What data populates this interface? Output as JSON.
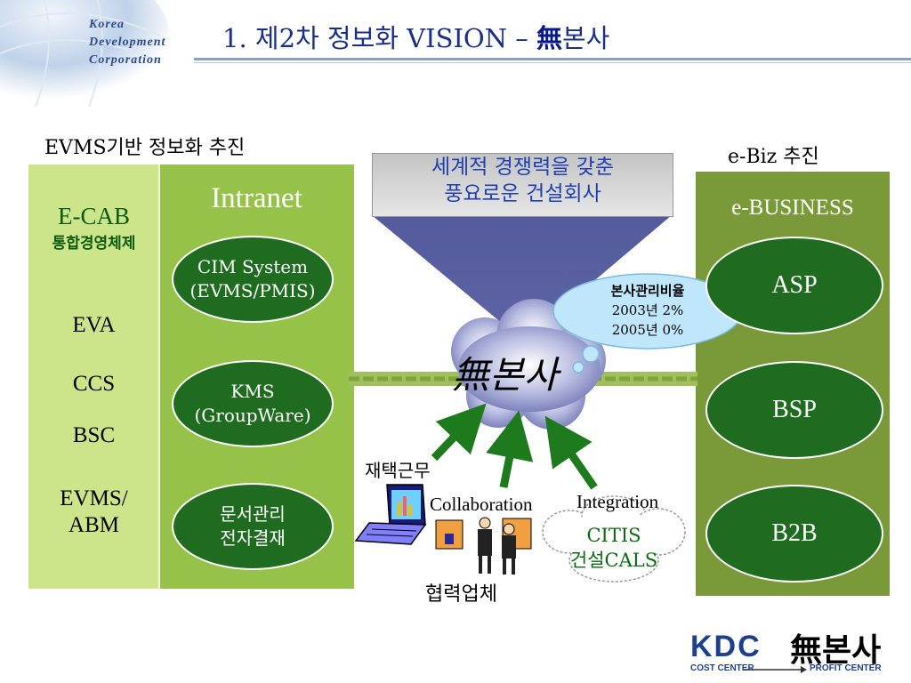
{
  "header": {
    "logo_lines": [
      "Korea",
      "Development",
      "Corporation"
    ],
    "title_prefix": "1. 제2차 정보화 VISION – ",
    "title_mu": "無",
    "title_suffix": "본사"
  },
  "left": {
    "heading": "EVMS기반 정보화 추진",
    "ecab_title": "E-CAB",
    "ecab_subtitle": "통합경영체제",
    "items": [
      "EVA",
      "CCS",
      "BSC",
      "EVMS/\nABM"
    ],
    "intranet_title": "Intranet",
    "intranet_items": [
      "CIM System\n(EVMS/PMIS)",
      "KMS\n(GroupWare)",
      "문서관리\n전자결재"
    ]
  },
  "center": {
    "vision_box": "세계적 경쟁력을 갖춘\n풍요로운 건설회사",
    "cloud_label": "無본사",
    "bubble_title": "본사관리비율",
    "bubble_line1": "2003년 2%",
    "bubble_line2": "2005년 0%",
    "telework_label": "재택근무",
    "collaboration_label": "Collaboration",
    "integration_label": "Integration",
    "citis_line1": "CITIS",
    "citis_line2": "건설CALS",
    "partner_label": "협력업체"
  },
  "right": {
    "heading": "e-Biz 추진",
    "panel_title": "e-BUSINESS",
    "items": [
      "ASP",
      "BSP",
      "B2B"
    ]
  },
  "footer": {
    "kdc": "KDC",
    "mu_bonsa": "無본사",
    "cost_center": "COST CENTER",
    "profit_center": "PROFIT CENTER"
  },
  "colors": {
    "title_blue": "#1a2f88",
    "light_green": "#cde58a",
    "mid_green": "#97c24a",
    "olive_panel": "#7a9a3a",
    "ellipse_green": "#1f6b20",
    "funnel_purple": "#545b9c"
  }
}
